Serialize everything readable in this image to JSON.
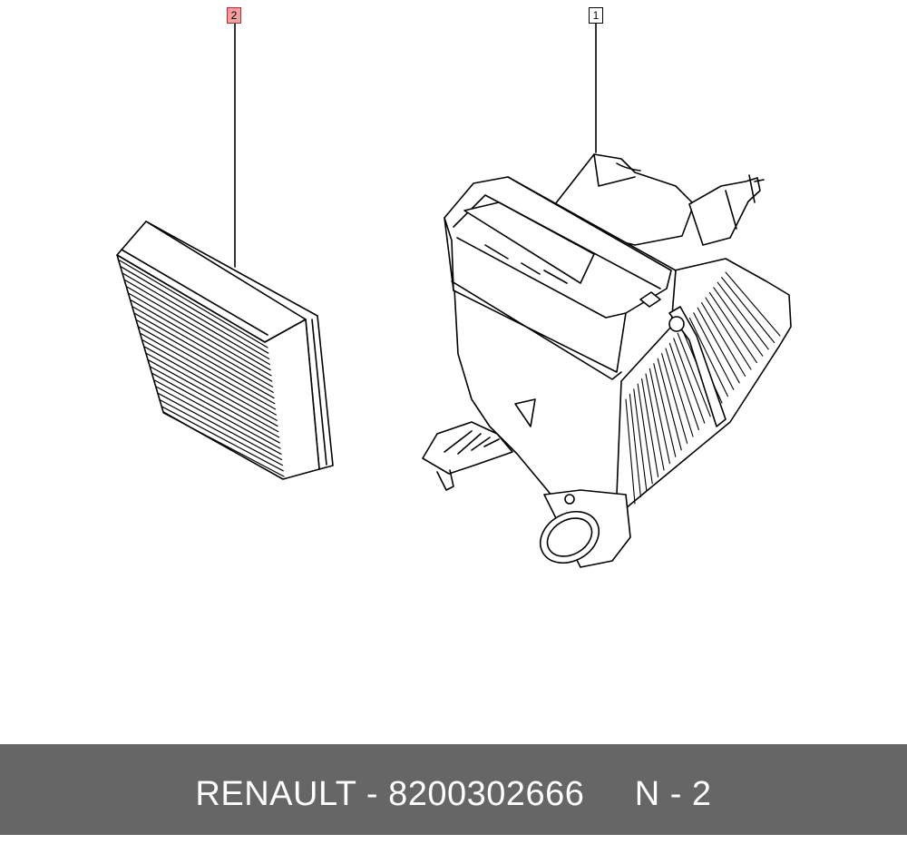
{
  "callouts": {
    "part_1": "1",
    "part_2": "2"
  },
  "colors": {
    "highlight_fill": "#f3a0a3",
    "highlight_border": "#c0282d",
    "footer_background": "#666666",
    "footer_text": "#ffffff"
  },
  "footer": {
    "brand": "RENAULT",
    "separator": " - ",
    "part_number": "8200302666",
    "gap": "     ",
    "page_label": "N - 2"
  }
}
